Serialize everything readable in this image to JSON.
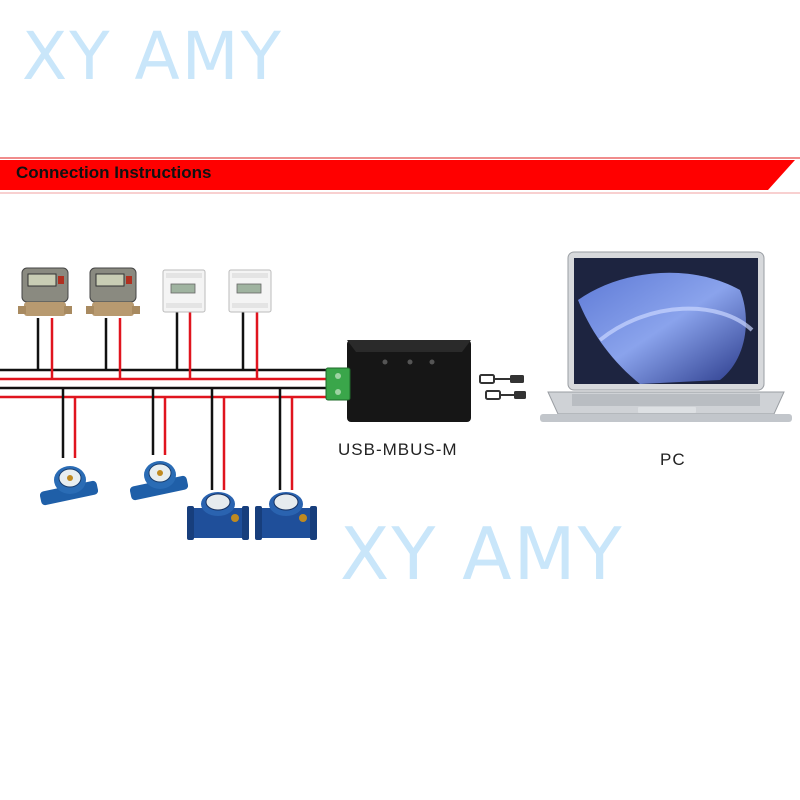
{
  "watermark": {
    "text": "XY AMY",
    "color": "#c9e6fa"
  },
  "banner": {
    "title": "Connection Instructions",
    "color": "#ff0000"
  },
  "converter": {
    "label": "USB-MBUS-M"
  },
  "pc": {
    "label": "PC"
  },
  "colors": {
    "wire_black": "#111111",
    "wire_red": "#e0141e",
    "terminal_green": "#3aa64a",
    "meter_blue": "#1f5fa8"
  },
  "icons": {
    "heat_meter": "heat-meter-icon",
    "din_meter": "din-rail-energy-meter-icon",
    "water_meter": "water-meter-icon",
    "bulk_water_meter": "bulk-water-meter-icon",
    "usb_cable": "usb-cable-icon",
    "laptop": "laptop-icon"
  }
}
